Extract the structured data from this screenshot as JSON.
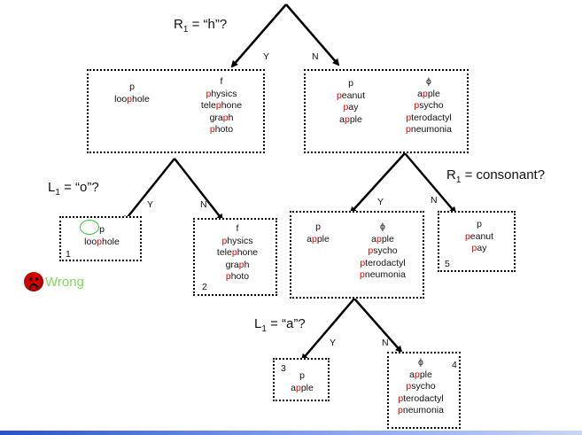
{
  "questions": {
    "q1": {
      "var": "R",
      "sub": "1",
      "text": " = “h”?"
    },
    "q2": {
      "var": "L",
      "sub": "1",
      "text": " = “o”?"
    },
    "q3": {
      "var": "R",
      "sub": "1",
      "text": " = consonant?"
    },
    "q4": {
      "var": "L",
      "sub": "1",
      "text": " = “a”?"
    }
  },
  "edge_labels": {
    "yes": "Y",
    "no": "N"
  },
  "wrong_label": "Wrong",
  "nodes": {
    "n1": {
      "left": {
        "head": "p",
        "words": [
          {
            "pre": "loo",
            "hl": "p",
            "post": "hole"
          }
        ]
      },
      "right": {
        "head": "f",
        "words": [
          {
            "pre": "",
            "hl": "p",
            "post": "hysics"
          },
          {
            "pre": "tele",
            "hl": "p",
            "post": "hone"
          },
          {
            "pre": "gra",
            "hl": "p",
            "post": "h"
          },
          {
            "pre": "",
            "hl": "p",
            "post": "hoto"
          }
        ]
      }
    },
    "n2": {
      "left": {
        "head": "p",
        "words": [
          {
            "pre": "",
            "hl": "p",
            "post": "eanut"
          },
          {
            "pre": "",
            "hl": "p",
            "post": "ay"
          },
          {
            "pre": "a",
            "hl": "p",
            "post": "ple"
          }
        ]
      },
      "right": {
        "head": "ϕ",
        "words": [
          {
            "pre": "a",
            "hl": "p",
            "post": "ple"
          },
          {
            "pre": "",
            "hl": "p",
            "post": "sycho"
          },
          {
            "pre": "",
            "hl": "p",
            "post": "terodactyl"
          },
          {
            "pre": "",
            "hl": "p",
            "post": "neumonia"
          }
        ]
      }
    },
    "leaf1": {
      "num": "1",
      "head": "p",
      "words": [
        {
          "pre": "loo",
          "hl": "p",
          "post": "hole"
        }
      ]
    },
    "leaf2": {
      "num": "2",
      "head": "f",
      "words": [
        {
          "pre": "",
          "hl": "p",
          "post": "hysics"
        },
        {
          "pre": "tele",
          "hl": "p",
          "post": "hone"
        },
        {
          "pre": "gra",
          "hl": "p",
          "post": "h"
        },
        {
          "pre": "",
          "hl": "p",
          "post": "hoto"
        }
      ]
    },
    "n3": {
      "left": {
        "head": "p",
        "words": [
          {
            "pre": "a",
            "hl": "p",
            "post": "ple"
          }
        ]
      },
      "right": {
        "head": "ϕ",
        "words": [
          {
            "pre": "a",
            "hl": "p",
            "post": "ple"
          },
          {
            "pre": "",
            "hl": "p",
            "post": "sycho"
          },
          {
            "pre": "",
            "hl": "p",
            "post": "terodactyl"
          },
          {
            "pre": "",
            "hl": "p",
            "post": "neumonia"
          }
        ]
      }
    },
    "leaf5": {
      "num": "5",
      "head": "p",
      "words": [
        {
          "pre": "",
          "hl": "p",
          "post": "eanut"
        },
        {
          "pre": "",
          "hl": "p",
          "post": "ay"
        }
      ]
    },
    "leaf3": {
      "num": "3",
      "head": "p",
      "words": [
        {
          "pre": "a",
          "hl": "p",
          "post": "ple"
        }
      ]
    },
    "leaf4": {
      "num": "4",
      "head": "ϕ",
      "words": [
        {
          "pre": "a",
          "hl": "p",
          "post": "ple"
        },
        {
          "pre": "",
          "hl": "p",
          "post": "sycho"
        },
        {
          "pre": "",
          "hl": "p",
          "post": "terodactyl"
        },
        {
          "pre": "",
          "hl": "p",
          "post": "neumonia"
        }
      ]
    }
  }
}
